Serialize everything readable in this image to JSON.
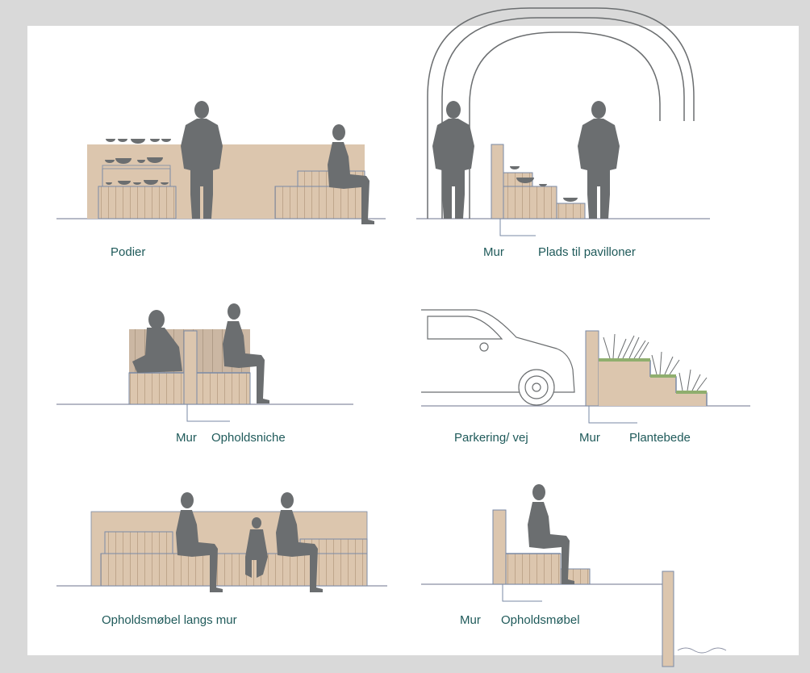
{
  "panels": {
    "podier": {
      "label": "Podier"
    },
    "pavillon": {
      "mur_label": "Mur",
      "label": "Plads til pavilloner"
    },
    "niche": {
      "mur_label": "Mur",
      "label": "Opholdsniche"
    },
    "plantebede": {
      "road_label": "Parkering/ vej",
      "mur_label": "Mur",
      "label": "Plantebede"
    },
    "langs_mur": {
      "label": "Opholdsmøbel langs mur"
    },
    "moebel": {
      "mur_label": "Mur",
      "label": "Opholdsmøbel"
    }
  },
  "colors": {
    "background": "#d9d9d9",
    "sheet": "#ffffff",
    "wood": "#dcc6ae",
    "wood_dark": "#cbb298",
    "outline": "#7a8aa6",
    "silhouette": "#6b6e70",
    "label": "#1f5a5a",
    "ground": "#8a8fa3"
  }
}
